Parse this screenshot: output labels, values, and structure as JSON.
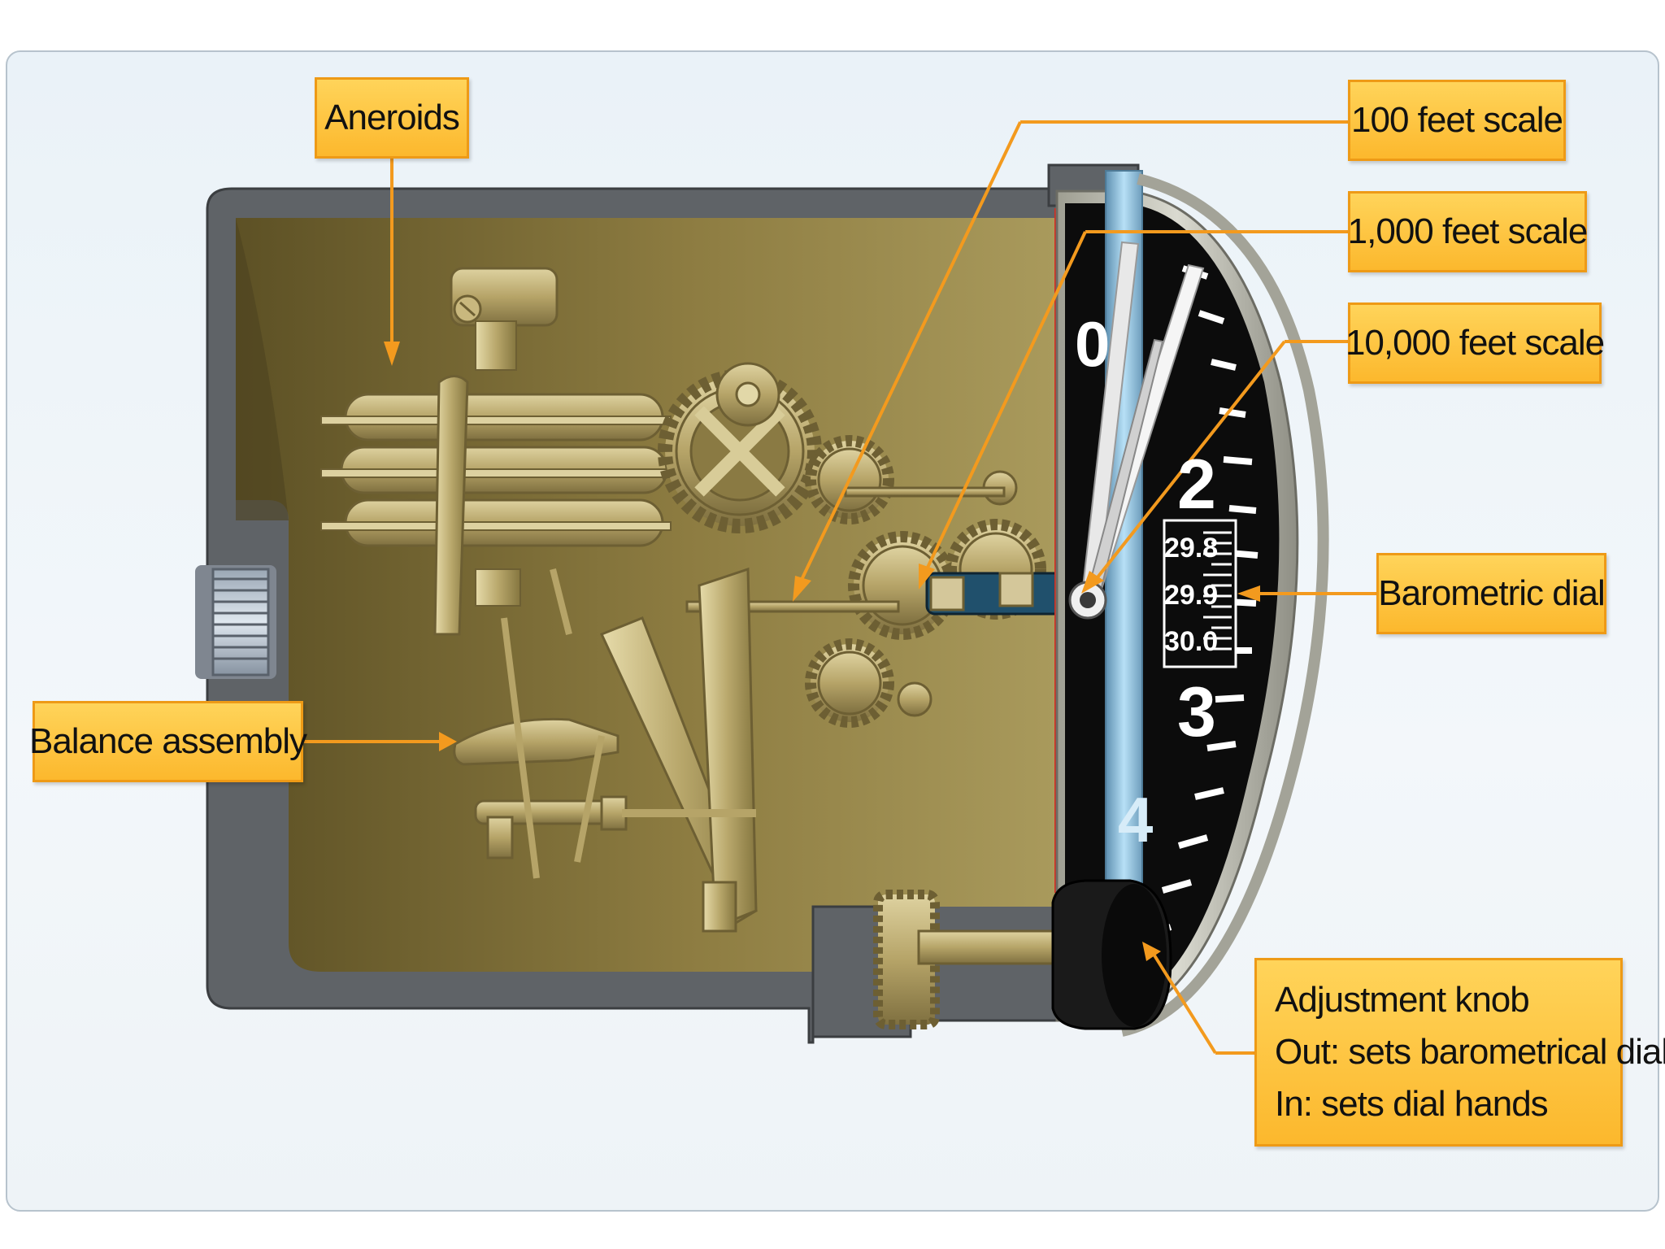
{
  "callouts": {
    "aneroids": "Aneroids",
    "hundred_feet": "100 feet scale",
    "thousand_feet": "1,000 feet scale",
    "ten_thousand_feet": "10,000 feet scale",
    "barometric_dial": "Barometric dial",
    "balance_assembly": "Balance assembly",
    "adjustment_knob": {
      "line1": "Adjustment knob",
      "line2": "Out: sets barometrical dial",
      "line3": "In: sets dial hands"
    }
  },
  "dial": {
    "numerals": [
      "0",
      "2",
      "3",
      "4"
    ],
    "baro_values": [
      "29.8",
      "29.9",
      "30.0"
    ]
  },
  "colors": {
    "callout_fill": "#fcc33a",
    "callout_border": "#ee9a16",
    "leader_line": "#f39a1e",
    "housing": "#5e6266",
    "mechanism_brass": "#b8a56a",
    "dial_face": "#0c0c0c",
    "dial_glass": "#a9d6ef"
  }
}
